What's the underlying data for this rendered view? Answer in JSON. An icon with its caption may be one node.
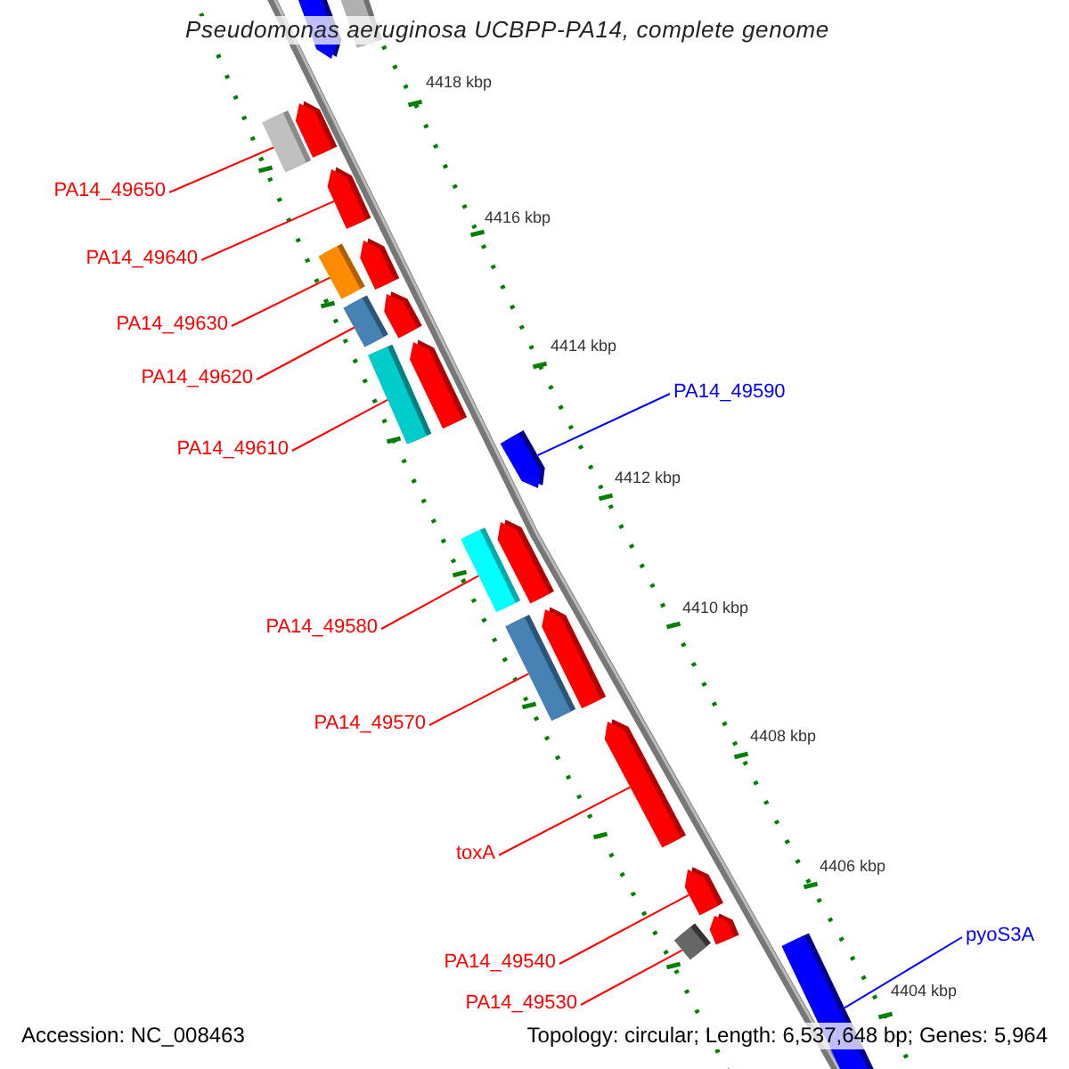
{
  "diagram": {
    "title": "Pseudomonas aeruginosa UCBPP-PA14, complete genome",
    "nodes": [
      {
        "text": [
          "PA14_49650"
        ]
      },
      {
        "text": [
          "PA14_49640"
        ]
      },
      {
        "text": [
          "PA14_49630"
        ]
      },
      {
        "text": [
          "PA14_49620"
        ]
      },
      {
        "text": [
          "PA14_49590"
        ]
      },
      {
        "text": [
          "PA14_49610"
        ]
      },
      {
        "text": [
          "PA14_49580"
        ]
      },
      {
        "text": [
          "PA14_49570"
        ]
      },
      {
        "text": [
          "toxA"
        ]
      },
      {
        "text": [
          "PA14_49540"
        ]
      },
      {
        "text": [
          "PA14_49530"
        ]
      },
      {
        "text": [
          "pyoS3A"
        ]
      },
      {
        "text": [],
        "shape": "bar"
      },
      {
        "text": [],
        "shape": "bar"
      },
      {
        "text": [],
        "shape": "bar"
      },
      {
        "text": [],
        "shape": "bar"
      },
      {
        "text": [],
        "shape": "bar"
      },
      {
        "text": [],
        "shape": "bar"
      },
      {
        "text": [],
        "shape": "bar"
      },
      {
        "text": [],
        "shape": "bar"
      },
      {
        "text": [],
        "shape": "bar"
      },
      {
        "text": [],
        "shape": "bar"
      },
      {
        "text": [],
        "shape": "bar"
      },
      {
        "text": [],
        "shape": "bar"
      },
      {
        "text": [],
        "shape": "bar"
      },
      {
        "text": [],
        "shape": "bar"
      },
      {
        "text": [],
        "shape": "bar"
      },
      {
        "text": [],
        "shape": "bar"
      },
      {
        "text": [],
        "shape": "bar"
      },
      {
        "text": [],
        "shape": "bar"
      },
      {
        "text": [],
        "shape": "bar"
      },
      {
        "text": [],
        "shape": "bar"
      },
      {
        "text": [],
        "shape": "bar"
      }
    ],
    "edges": [
      {
        "from": 0,
        "to": 14,
        "arrow": "none"
      },
      {
        "from": 1,
        "to": 16,
        "arrow": "none"
      },
      {
        "from": 2,
        "to": 17,
        "arrow": "none"
      },
      {
        "from": 3,
        "to": 19,
        "arrow": "none"
      },
      {
        "from": 4,
        "to": 23,
        "arrow": "none",
        "color": "#0000ff"
      },
      {
        "from": 5,
        "to": 21,
        "arrow": "none"
      },
      {
        "from": 6,
        "to": 24,
        "arrow": "none"
      },
      {
        "from": 7,
        "to": 26,
        "arrow": "none"
      },
      {
        "from": 8,
        "to": 28,
        "arrow": "none"
      },
      {
        "from": 9,
        "to": 29,
        "arrow": "none"
      },
      {
        "from": 10,
        "to": 30,
        "arrow": "none"
      },
      {
        "from": 11,
        "to": 32,
        "arrow": "none",
        "color": "#0000ff"
      }
    ],
    "labels": [
      "4418 kbp",
      "4416 kbp",
      "4414 kbp",
      "4412 kbp",
      "4410 kbp",
      "4408 kbp",
      "4406 kbp",
      "4404 kbp",
      "Accession: NC_008463",
      "Topology: circular; Length: 6,537,648 bp; Genes: 5,964"
    ]
  }
}
